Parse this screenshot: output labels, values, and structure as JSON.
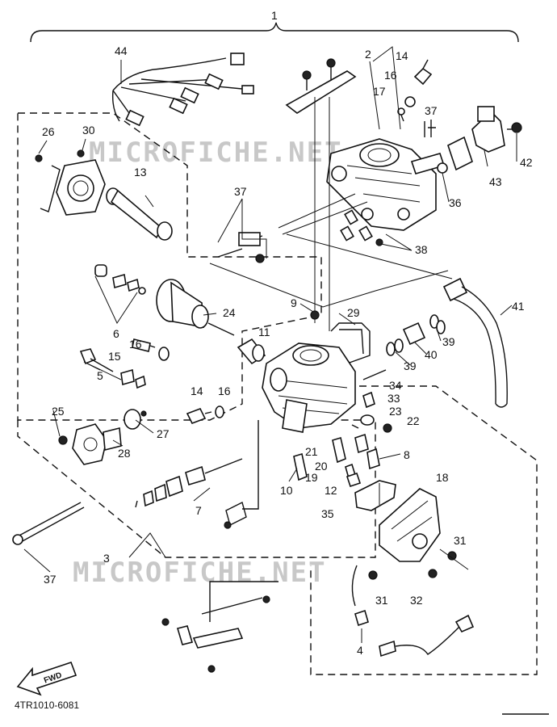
{
  "diagram": {
    "callouts": [
      {
        "id": "1",
        "label": "1"
      },
      {
        "id": "2",
        "label": "2"
      },
      {
        "id": "3",
        "label": "3"
      },
      {
        "id": "4",
        "label": "4"
      },
      {
        "id": "5",
        "label": "5"
      },
      {
        "id": "6",
        "label": "6"
      },
      {
        "id": "7",
        "label": "7"
      },
      {
        "id": "8",
        "label": "8"
      },
      {
        "id": "9",
        "label": "9"
      },
      {
        "id": "10",
        "label": "10"
      },
      {
        "id": "11",
        "label": "11"
      },
      {
        "id": "12",
        "label": "12"
      },
      {
        "id": "13",
        "label": "13"
      },
      {
        "id": "14a",
        "label": "14"
      },
      {
        "id": "14b",
        "label": "14"
      },
      {
        "id": "15",
        "label": "15"
      },
      {
        "id": "16a",
        "label": "16"
      },
      {
        "id": "16b",
        "label": "16"
      },
      {
        "id": "16c",
        "label": "16"
      },
      {
        "id": "17",
        "label": "17"
      },
      {
        "id": "18",
        "label": "18"
      },
      {
        "id": "19",
        "label": "19"
      },
      {
        "id": "20",
        "label": "20"
      },
      {
        "id": "21",
        "label": "21"
      },
      {
        "id": "22",
        "label": "22"
      },
      {
        "id": "23",
        "label": "23"
      },
      {
        "id": "24",
        "label": "24"
      },
      {
        "id": "25",
        "label": "25"
      },
      {
        "id": "26",
        "label": "26"
      },
      {
        "id": "27",
        "label": "27"
      },
      {
        "id": "28",
        "label": "28"
      },
      {
        "id": "29",
        "label": "29"
      },
      {
        "id": "30",
        "label": "30"
      },
      {
        "id": "31a",
        "label": "31"
      },
      {
        "id": "31b",
        "label": "31"
      },
      {
        "id": "32",
        "label": "32"
      },
      {
        "id": "33",
        "label": "33"
      },
      {
        "id": "34",
        "label": "34"
      },
      {
        "id": "35",
        "label": "35"
      },
      {
        "id": "36",
        "label": "36"
      },
      {
        "id": "37a",
        "label": "37"
      },
      {
        "id": "37b",
        "label": "37"
      },
      {
        "id": "37c",
        "label": "37"
      },
      {
        "id": "38",
        "label": "38"
      },
      {
        "id": "39a",
        "label": "39"
      },
      {
        "id": "39b",
        "label": "39"
      },
      {
        "id": "40",
        "label": "40"
      },
      {
        "id": "41",
        "label": "41"
      },
      {
        "id": "42",
        "label": "42"
      },
      {
        "id": "43",
        "label": "43"
      },
      {
        "id": "44",
        "label": "44"
      }
    ],
    "watermark": "MICROFICHE.NET",
    "direction_arrow": "FWD",
    "drawing_code": "4TR1010-6081"
  }
}
